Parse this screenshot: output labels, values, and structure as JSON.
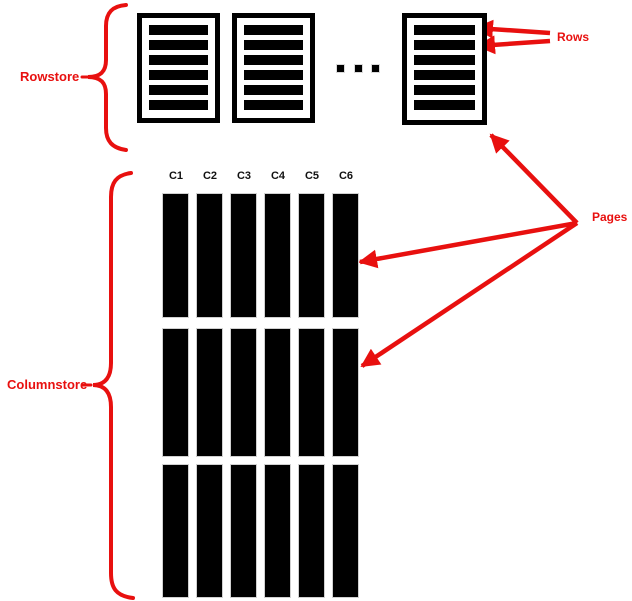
{
  "diagram": {
    "background": "#ffffff",
    "accent_color": "#e8100f",
    "bar_color": "#000000"
  },
  "rowstore": {
    "label": "Rowstore",
    "page_count": 3,
    "rows_per_page": 6,
    "ellipsis_dots": 3
  },
  "rows": {
    "label": "Rows",
    "arrow_count": 2
  },
  "pages": {
    "label": "Pages",
    "arrow_count": 3
  },
  "columnstore": {
    "label": "Columnstore",
    "column_headers": [
      "C1",
      "C2",
      "C3",
      "C4",
      "C5",
      "C6"
    ],
    "segment_count": 3
  }
}
